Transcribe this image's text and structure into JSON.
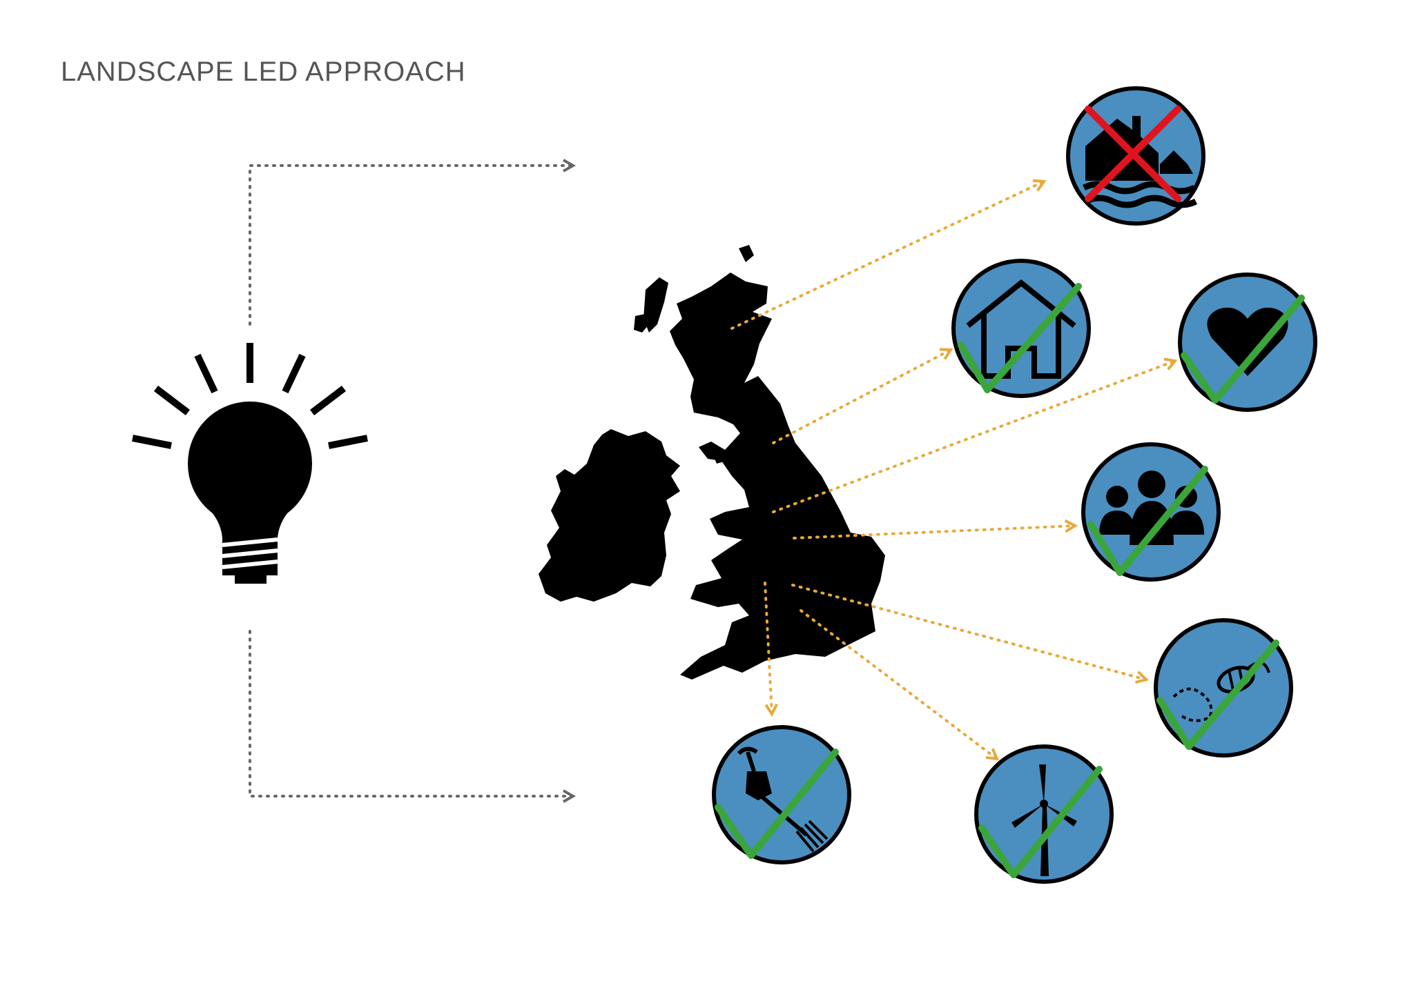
{
  "title": "LANDSCAPE LED APPROACH",
  "colors": {
    "icon_fill": "#4a8fc0",
    "check": "#3aa53a",
    "cross": "#e0141e",
    "arrow": "#e8a93a",
    "connector": "#666666",
    "silhouette": "#000000"
  },
  "icons": [
    {
      "name": "flooded-house-icon",
      "status": "cross"
    },
    {
      "name": "house-icon",
      "status": "check"
    },
    {
      "name": "heart-icon",
      "status": "check"
    },
    {
      "name": "community-people-icon",
      "status": "check"
    },
    {
      "name": "bee-icon",
      "status": "check"
    },
    {
      "name": "wind-turbine-icon",
      "status": "check"
    },
    {
      "name": "spade-fork-icon",
      "status": "check"
    }
  ]
}
